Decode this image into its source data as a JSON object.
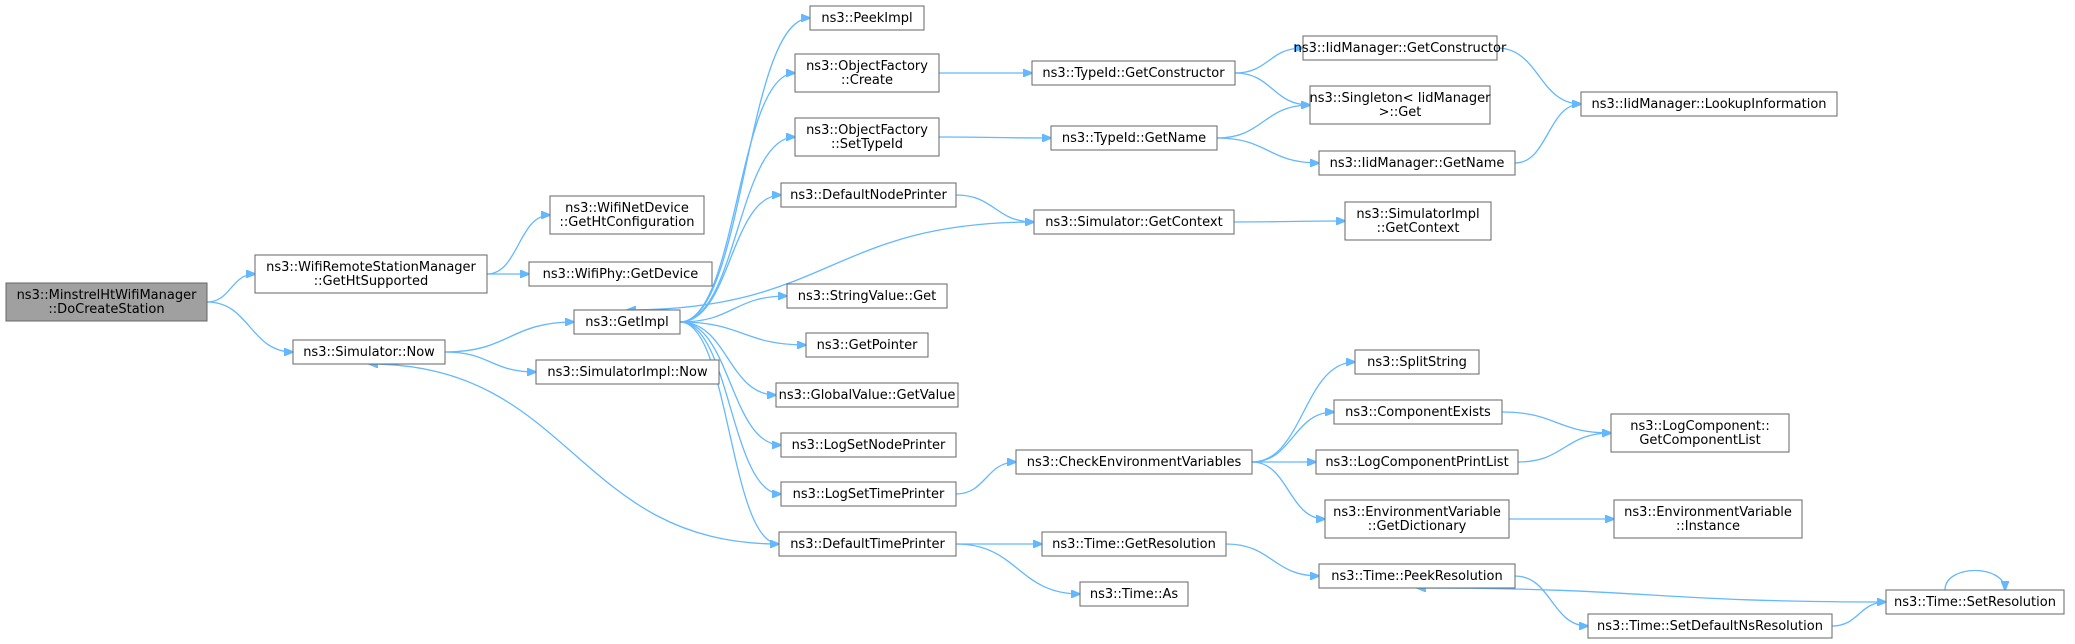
{
  "nodes": [
    {
      "id": "doCreate",
      "lines": [
        "ns3::MinstrelHtWifiManager",
        "::DoCreateStation"
      ],
      "root": true
    },
    {
      "id": "getHtSupported",
      "lines": [
        "ns3::WifiRemoteStationManager",
        "::GetHtSupported"
      ]
    },
    {
      "id": "simNow",
      "lines": [
        "ns3::Simulator::Now"
      ]
    },
    {
      "id": "getHtConfig",
      "lines": [
        "ns3::WifiNetDevice",
        "::GetHtConfiguration"
      ]
    },
    {
      "id": "getDevice",
      "lines": [
        "ns3::WifiPhy::GetDevice"
      ]
    },
    {
      "id": "getImpl",
      "lines": [
        "ns3::GetImpl"
      ]
    },
    {
      "id": "simImplNow",
      "lines": [
        "ns3::SimulatorImpl::Now"
      ]
    },
    {
      "id": "peekImpl",
      "lines": [
        "ns3::PeekImpl"
      ]
    },
    {
      "id": "ofCreate",
      "lines": [
        "ns3::ObjectFactory",
        "::Create"
      ]
    },
    {
      "id": "ofSetTypeId",
      "lines": [
        "ns3::ObjectFactory",
        "::SetTypeId"
      ]
    },
    {
      "id": "defNodePrinter",
      "lines": [
        "ns3::DefaultNodePrinter"
      ]
    },
    {
      "id": "stringValueGet",
      "lines": [
        "ns3::StringValue::Get"
      ]
    },
    {
      "id": "getPointer",
      "lines": [
        "ns3::GetPointer"
      ]
    },
    {
      "id": "gvGetValue",
      "lines": [
        "ns3::GlobalValue::GetValue"
      ]
    },
    {
      "id": "logSetNodePrinter",
      "lines": [
        "ns3::LogSetNodePrinter"
      ]
    },
    {
      "id": "logSetTimePrinter",
      "lines": [
        "ns3::LogSetTimePrinter"
      ]
    },
    {
      "id": "defTimePrinter",
      "lines": [
        "ns3::DefaultTimePrinter"
      ]
    },
    {
      "id": "typeGetConstructor",
      "lines": [
        "ns3::TypeId::GetConstructor"
      ]
    },
    {
      "id": "typeGetName",
      "lines": [
        "ns3::TypeId::GetName"
      ]
    },
    {
      "id": "simGetContext",
      "lines": [
        "ns3::Simulator::GetContext"
      ]
    },
    {
      "id": "checkEnv",
      "lines": [
        "ns3::CheckEnvironmentVariables"
      ]
    },
    {
      "id": "timeGetRes",
      "lines": [
        "ns3::Time::GetResolution"
      ]
    },
    {
      "id": "timeAs",
      "lines": [
        "ns3::Time::As"
      ]
    },
    {
      "id": "iidGetConstructor",
      "lines": [
        "ns3::IidManager::GetConstructor"
      ]
    },
    {
      "id": "singletonGet",
      "lines": [
        "ns3::Singleton< IidManager",
        " >::Get"
      ]
    },
    {
      "id": "iidGetName",
      "lines": [
        "ns3::IidManager::GetName"
      ]
    },
    {
      "id": "simImplGetContext",
      "lines": [
        "ns3::SimulatorImpl",
        "::GetContext"
      ]
    },
    {
      "id": "splitString",
      "lines": [
        "ns3::SplitString"
      ]
    },
    {
      "id": "componentExists",
      "lines": [
        "ns3::ComponentExists"
      ]
    },
    {
      "id": "logCompPrintList",
      "lines": [
        "ns3::LogComponentPrintList"
      ]
    },
    {
      "id": "envGetDict",
      "lines": [
        "ns3::EnvironmentVariable",
        "::GetDictionary"
      ]
    },
    {
      "id": "timePeekRes",
      "lines": [
        "ns3::Time::PeekResolution"
      ]
    },
    {
      "id": "timeSetDefNs",
      "lines": [
        "ns3::Time::SetDefaultNsResolution"
      ]
    },
    {
      "id": "iidLookup",
      "lines": [
        "ns3::IidManager::LookupInformation"
      ]
    },
    {
      "id": "logCompGetList",
      "lines": [
        "ns3::LogComponent::",
        "GetComponentList"
      ]
    },
    {
      "id": "envInstance",
      "lines": [
        "ns3::EnvironmentVariable",
        "::Instance"
      ]
    },
    {
      "id": "timeSetRes",
      "lines": [
        "ns3::Time::SetResolution"
      ]
    }
  ],
  "edges": [
    [
      "doCreate",
      "getHtSupported"
    ],
    [
      "doCreate",
      "simNow"
    ],
    [
      "getHtSupported",
      "getHtConfig"
    ],
    [
      "getHtSupported",
      "getDevice"
    ],
    [
      "simNow",
      "getImpl"
    ],
    [
      "simNow",
      "simImplNow"
    ],
    [
      "getImpl",
      "peekImpl"
    ],
    [
      "getImpl",
      "ofCreate"
    ],
    [
      "getImpl",
      "ofSetTypeId"
    ],
    [
      "getImpl",
      "defNodePrinter"
    ],
    [
      "getImpl",
      "stringValueGet"
    ],
    [
      "getImpl",
      "getPointer"
    ],
    [
      "getImpl",
      "gvGetValue"
    ],
    [
      "getImpl",
      "logSetNodePrinter"
    ],
    [
      "getImpl",
      "logSetTimePrinter"
    ],
    [
      "getImpl",
      "defTimePrinter"
    ],
    [
      "ofCreate",
      "typeGetConstructor"
    ],
    [
      "ofSetTypeId",
      "typeGetName"
    ],
    [
      "defNodePrinter",
      "simGetContext"
    ],
    [
      "simGetContext",
      "getImpl"
    ],
    [
      "simGetContext",
      "simImplGetContext"
    ],
    [
      "logSetTimePrinter",
      "checkEnv"
    ],
    [
      "defTimePrinter",
      "simNow"
    ],
    [
      "defTimePrinter",
      "timeGetRes"
    ],
    [
      "defTimePrinter",
      "timeAs"
    ],
    [
      "typeGetConstructor",
      "iidGetConstructor"
    ],
    [
      "typeGetConstructor",
      "singletonGet"
    ],
    [
      "typeGetName",
      "singletonGet"
    ],
    [
      "typeGetName",
      "iidGetName"
    ],
    [
      "iidGetConstructor",
      "iidLookup"
    ],
    [
      "iidGetName",
      "iidLookup"
    ],
    [
      "checkEnv",
      "splitString"
    ],
    [
      "checkEnv",
      "componentExists"
    ],
    [
      "checkEnv",
      "logCompPrintList"
    ],
    [
      "checkEnv",
      "envGetDict"
    ],
    [
      "componentExists",
      "logCompGetList"
    ],
    [
      "logCompPrintList",
      "logCompGetList"
    ],
    [
      "envGetDict",
      "envInstance"
    ],
    [
      "timeGetRes",
      "timePeekRes"
    ],
    [
      "timePeekRes",
      "timeSetDefNs"
    ],
    [
      "timeSetDefNs",
      "timeSetRes"
    ],
    [
      "timeSetRes",
      "timePeekRes"
    ],
    [
      "timeSetRes",
      "timeSetRes"
    ]
  ]
}
